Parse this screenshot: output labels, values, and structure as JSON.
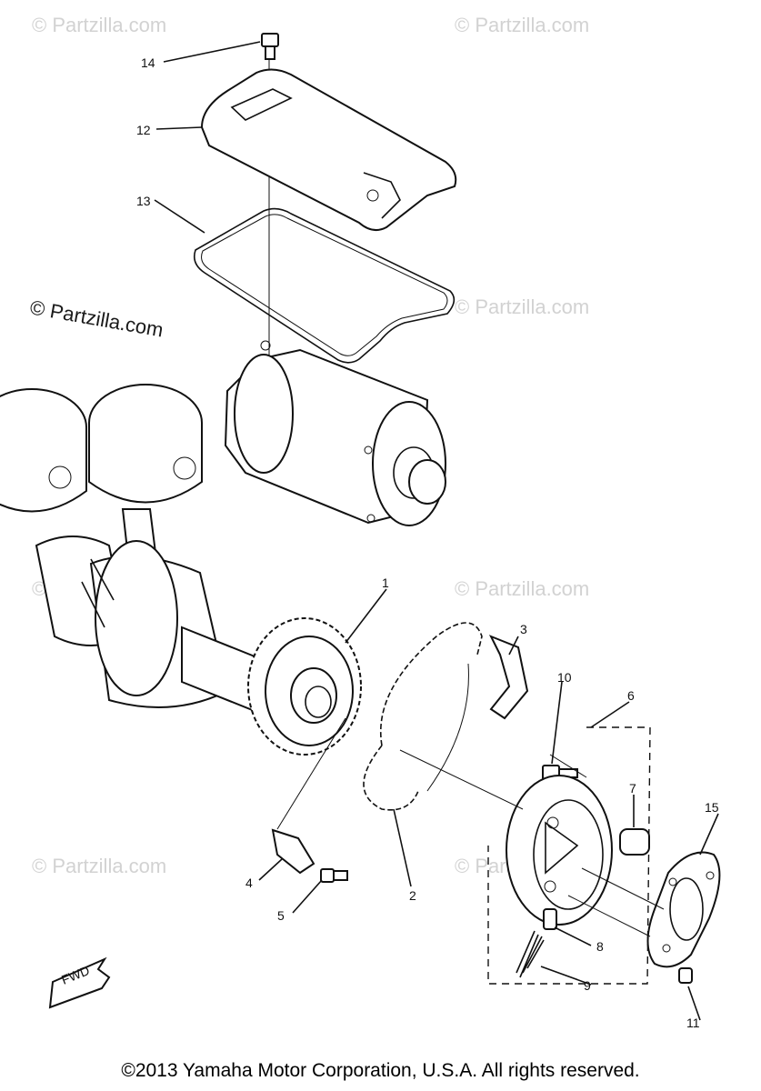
{
  "diagram": {
    "callouts": [
      "1",
      "2",
      "3",
      "4",
      "5",
      "6",
      "7",
      "8",
      "9",
      "10",
      "11",
      "12",
      "13",
      "14",
      "15"
    ],
    "watermark": "© Partzilla.com",
    "fwd_label": "FWD"
  },
  "footer": {
    "copyright": "©2013 Yamaha Motor Corporation, U.S.A. All rights reserved."
  }
}
